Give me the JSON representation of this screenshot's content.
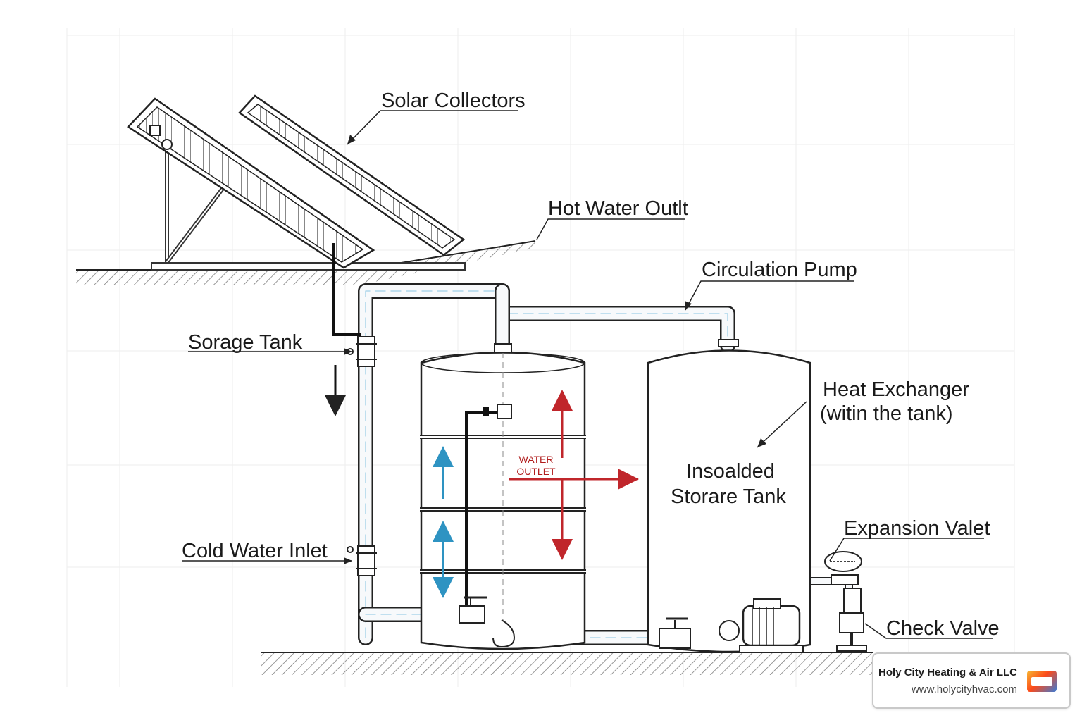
{
  "labels": {
    "solar_collectors": "Solar Collectors",
    "hot_water_outlet": "Hot Water Outlt",
    "circulation_pump": "Circulation Pump",
    "storage_tank": "Sorage Tank",
    "heat_exchanger_line1": "Heat Exchanger",
    "heat_exchanger_line2": "(witin the tank)",
    "insulated_tank_line1": "Insoalded",
    "insulated_tank_line2": "Storare Tank",
    "expansion_valve": "Expansion Valet",
    "cold_water_inlet": "Cold Water Inlet",
    "check_valve": "Check Valve",
    "water_outlet_line1": "WATER",
    "water_outlet_line2": "OUTLET"
  },
  "colors": {
    "line": "#222222",
    "pipe": "#f7f9fb",
    "red_arrow": "#c0262b",
    "blue_arrow": "#2e93c2",
    "water_line": "#9fd0e8"
  },
  "badge": {
    "company": "Holy City Heating & Air LLC",
    "url": "www.holycityhvac.com",
    "logo_icon": "company-logo-icon"
  }
}
